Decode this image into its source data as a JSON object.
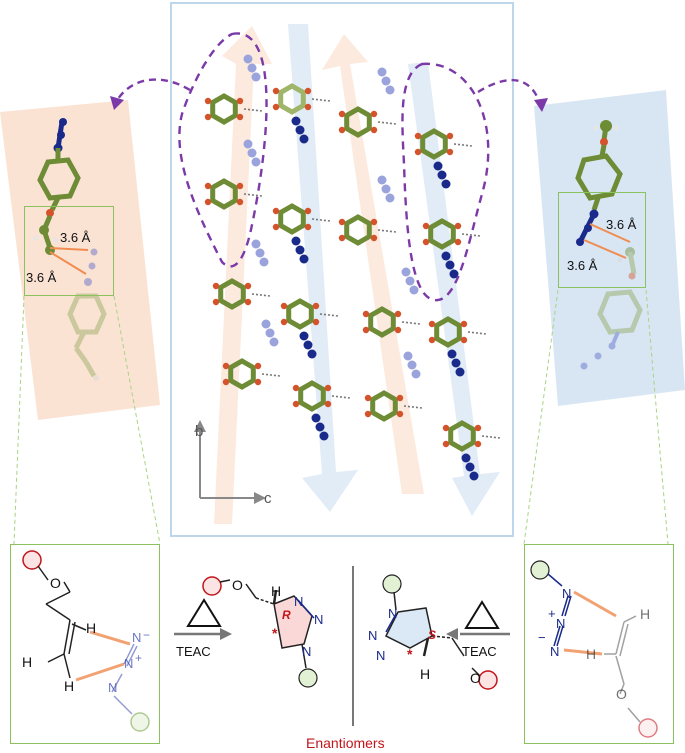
{
  "left_panel": {
    "distance_top": "3.6 Å",
    "distance_bottom": "3.6 Å"
  },
  "right_panel": {
    "distance_top": "3.6 Å",
    "distance_bottom": "3.6 Å"
  },
  "center_panel": {
    "axis_vertical": "b",
    "axis_horizontal": "c"
  },
  "reactions": {
    "left_reagent": "TEAC",
    "right_reagent": "TEAC",
    "heat_symbol": "Δ",
    "left_stereo": "R",
    "right_stereo": "S",
    "stereo_marker": "*",
    "caption": "Enantiomers"
  },
  "atoms": {
    "oxygen": "O",
    "nitrogen": "N",
    "hydrogen": "H",
    "plus": "+",
    "minus": "−"
  },
  "colors": {
    "orange_band": "#fbe3d4",
    "blue_band": "#d8e6f3",
    "carbon_green": "#6e8b35",
    "nitrogen_blue": "#1a2a8a",
    "oxygen_red": "#d4532b",
    "dashed_purple": "#7b3aa8",
    "box_green": "#8cc160",
    "enantiomer_red": "#c0161c"
  }
}
